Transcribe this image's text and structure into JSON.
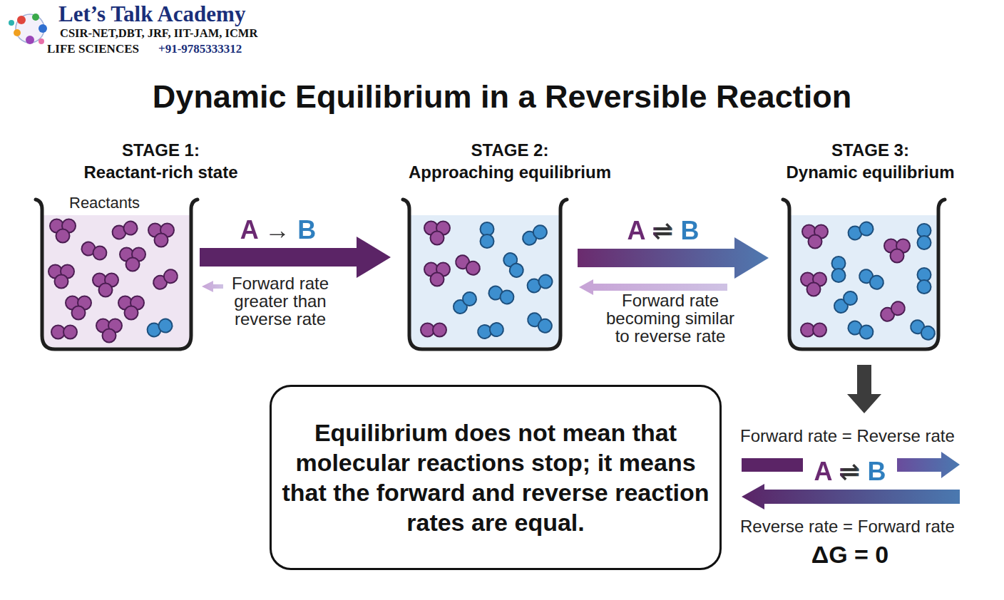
{
  "diagram": {
    "title": "Dynamic Equilibrium in a Reversible Reaction",
    "nodes": [
      {
        "text": [
          "STAGE 1:",
          "Reactant-rich state",
          "Reactants"
        ]
      },
      {
        "text": [
          "STAGE 2:",
          "Approaching equilibrium"
        ]
      },
      {
        "text": [
          "STAGE 3:",
          "Dynamic equilibrium"
        ]
      },
      {
        "text": [
          "Equilibrium does not mean that molecular reactions stop; it means that the forward and reverse reaction rates are equal."
        ]
      }
    ],
    "edges": [
      {
        "from": 0,
        "to": 1,
        "arrow": "to",
        "label": "A → B"
      },
      {
        "from": 1,
        "to": 2,
        "arrow": "to",
        "label": "A ⇌ B"
      }
    ],
    "labels": [
      "Let’s Talk Academy",
      "CSIR-NET,DBT, JRF, IIT-JAM, ICMR",
      "LIFE SCIENCES",
      "+91-9785333312",
      "Forward rate greater than reverse rate",
      "Forward rate becoming similar to reverse rate",
      "Forward rate = Reverse rate",
      "A ⇌ B",
      "Reverse rate = Forward rate",
      "ΔG = 0"
    ]
  }
}
